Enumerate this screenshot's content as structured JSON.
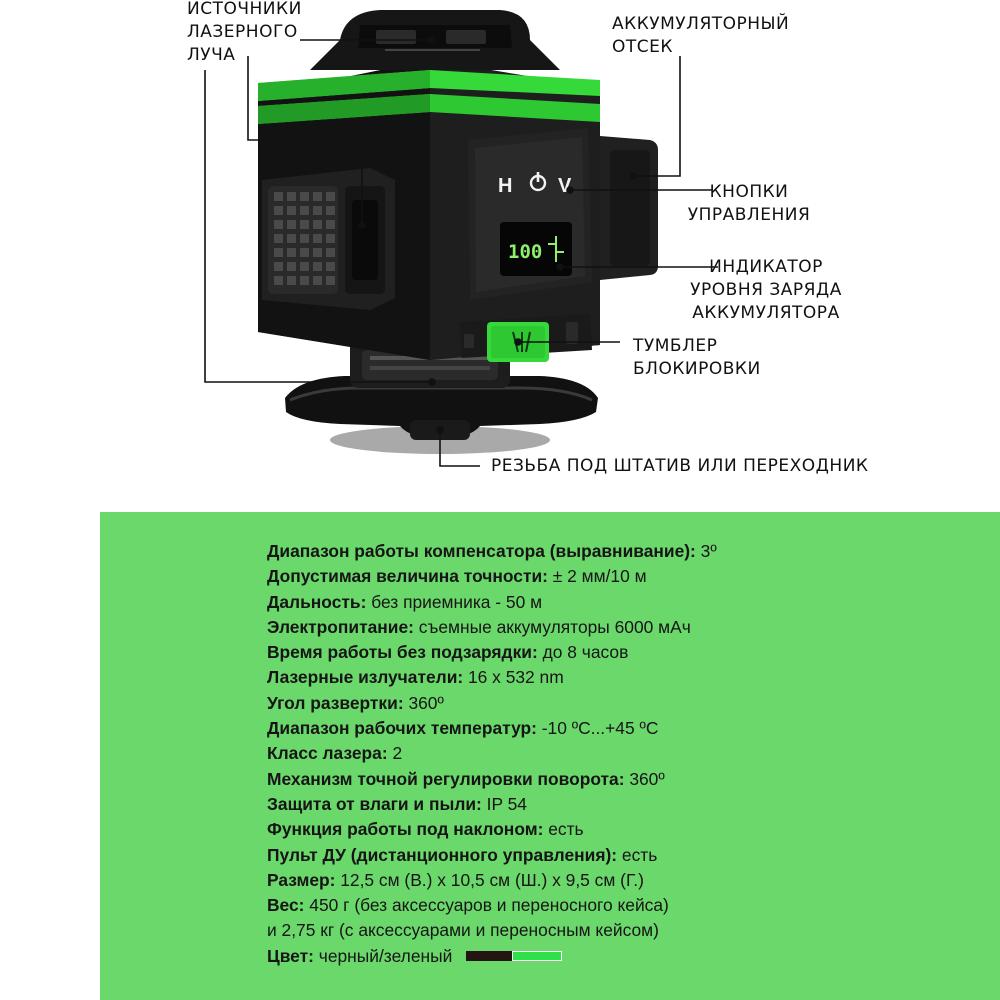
{
  "callouts": {
    "laser_sources": [
      "ИСТОЧНИКИ",
      "ЛАЗЕРНОГО",
      "ЛУЧА"
    ],
    "battery_bay": [
      "АККУМУЛЯТОРНЫЙ",
      "ОТСЕК"
    ],
    "control_buttons": [
      "КНОПКИ",
      "УПРАВЛЕНИЯ"
    ],
    "charge_indicator": [
      "ИНДИКАТОР",
      "УРОВНЯ ЗАРЯДА",
      "АККУМУЛЯТОРА"
    ],
    "lock_toggle": [
      "ТУМБЛЕР",
      "БЛОКИРОВКИ"
    ],
    "tripod_thread": "РЕЗЬБА ПОД ШТАТИВ ИЛИ ПЕРЕХОДНИК"
  },
  "device": {
    "buttons": [
      "H",
      "V"
    ],
    "display_value": "100",
    "colors": {
      "body": "#141414",
      "accent": "#35d93a",
      "display": "#8ff06a"
    }
  },
  "specs": [
    {
      "label": "Диапазон работы компенсатора (выравнивание):",
      "value": " 3º"
    },
    {
      "label": "Допустимая величина точности:",
      "value": " ± 2 мм/10 м"
    },
    {
      "label": "Дальность:",
      "value": " без приемника - 50 м"
    },
    {
      "label": "Электропитание:",
      "value": " съемные аккумуляторы 6000 мАч"
    },
    {
      "label": "Время работы без подзарядки:",
      "value": " до 8 часов"
    },
    {
      "label": "Лазерные излучатели:",
      "value": " 16 х 532 nm"
    },
    {
      "label": "Угол развертки:",
      "value": " 360º"
    },
    {
      "label": "Диапазон рабочих температур:",
      "value": " -10 ºC...+45 ºC"
    },
    {
      "label": "Класс лазера:",
      "value": " 2"
    },
    {
      "label": "Механизм точной регулировки поворота:",
      "value": " 360º"
    },
    {
      "label": "Защита от влаги и пыли:",
      "value": " IP 54"
    },
    {
      "label": "Функция работы под наклоном:",
      "value": " есть"
    },
    {
      "label": "Пульт ДУ (дистанционного управления):",
      "value": " есть"
    },
    {
      "label": "Размер:",
      "value": " 12,5 см (В.) х 10,5 см (Ш.) х 9,5 см (Г.)"
    },
    {
      "label": "Вес:",
      "value": " 450 г (без аксессуаров и переносного кейса)"
    }
  ],
  "spec_continuation": "и 2,75 кг (с аксессуарами и переносным кейсом)",
  "color_spec": {
    "label": "Цвет:",
    "value": " черный/зеленый",
    "swatch": [
      "#241512",
      "#2ee04a"
    ]
  },
  "colors": {
    "panel": "#6bd86b",
    "text": "#151515"
  }
}
